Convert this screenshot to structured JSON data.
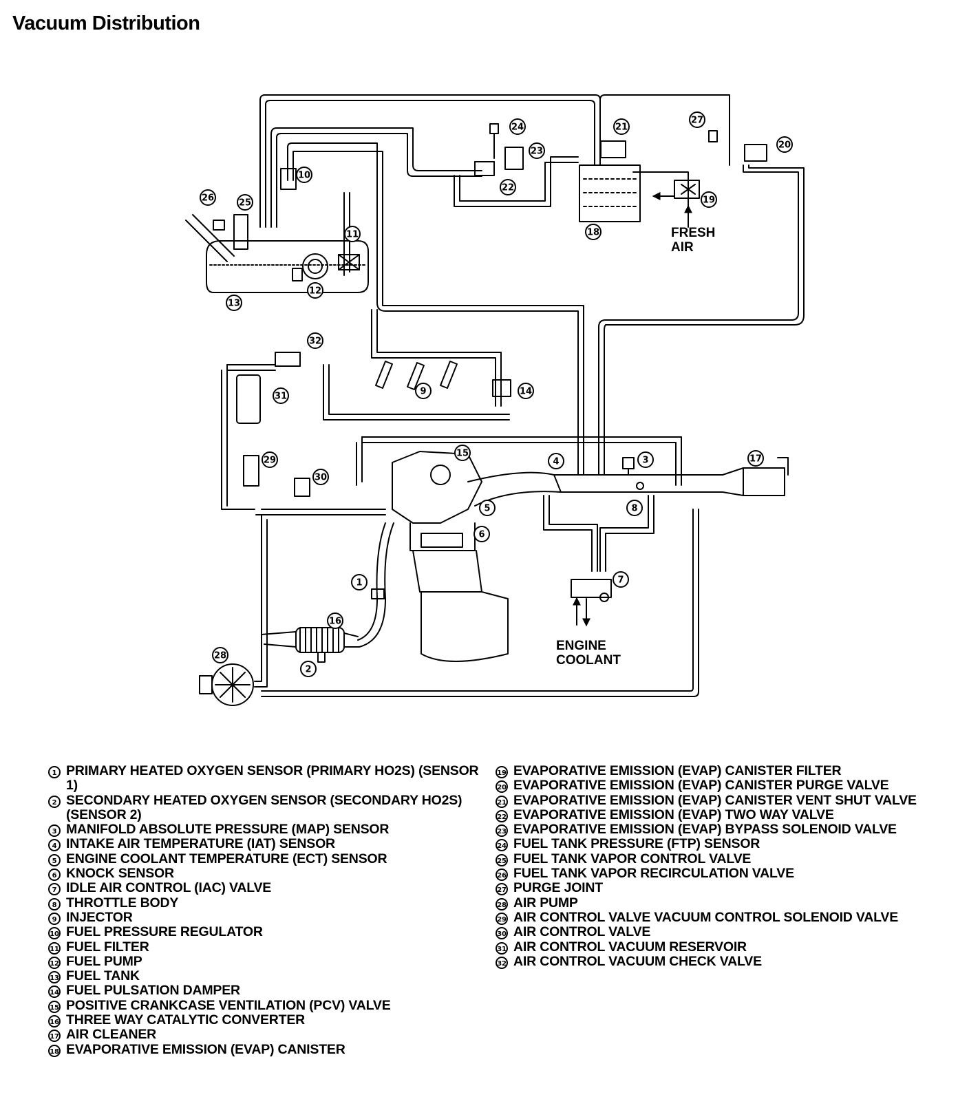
{
  "title": "Vacuum Distribution",
  "callouts": [
    {
      "id": "c1",
      "n": "1"
    },
    {
      "id": "c2",
      "n": "2"
    },
    {
      "id": "c3",
      "n": "3"
    },
    {
      "id": "c4",
      "n": "4"
    },
    {
      "id": "c5",
      "n": "5"
    },
    {
      "id": "c6",
      "n": "6"
    },
    {
      "id": "c7",
      "n": "7"
    },
    {
      "id": "c8",
      "n": "8"
    },
    {
      "id": "c9",
      "n": "9"
    },
    {
      "id": "c10",
      "n": "10"
    },
    {
      "id": "c11",
      "n": "11"
    },
    {
      "id": "c12",
      "n": "12"
    },
    {
      "id": "c13",
      "n": "13"
    },
    {
      "id": "c14",
      "n": "14"
    },
    {
      "id": "c15",
      "n": "15"
    },
    {
      "id": "c16",
      "n": "16"
    },
    {
      "id": "c17",
      "n": "17"
    },
    {
      "id": "c18",
      "n": "18"
    },
    {
      "id": "c19",
      "n": "19"
    },
    {
      "id": "c20",
      "n": "20"
    },
    {
      "id": "c21",
      "n": "21"
    },
    {
      "id": "c22",
      "n": "22"
    },
    {
      "id": "c23",
      "n": "23"
    },
    {
      "id": "c24",
      "n": "24"
    },
    {
      "id": "c25",
      "n": "25"
    },
    {
      "id": "c26",
      "n": "26"
    },
    {
      "id": "c27",
      "n": "27"
    },
    {
      "id": "c28",
      "n": "28"
    },
    {
      "id": "c29",
      "n": "29"
    },
    {
      "id": "c30",
      "n": "30"
    },
    {
      "id": "c31",
      "n": "31"
    },
    {
      "id": "c32",
      "n": "32"
    }
  ],
  "labels": {
    "fresh_air_1": "FRESH",
    "fresh_air_2": "AIR",
    "engine_coolant_1": "ENGINE",
    "engine_coolant_2": "COOLANT"
  },
  "legend_left": [
    {
      "n": "1",
      "text": "PRIMARY HEATED OXYGEN SENSOR (PRIMARY HO2S) (SENSOR 1)"
    },
    {
      "n": "2",
      "text": "SECONDARY HEATED OXYGEN SENSOR (SECONDARY HO2S) (SENSOR 2)"
    },
    {
      "n": "3",
      "text": "MANIFOLD ABSOLUTE PRESSURE (MAP) SENSOR"
    },
    {
      "n": "4",
      "text": "INTAKE AIR TEMPERATURE (IAT) SENSOR"
    },
    {
      "n": "5",
      "text": "ENGINE COOLANT TEMPERATURE (ECT) SENSOR"
    },
    {
      "n": "6",
      "text": "KNOCK SENSOR"
    },
    {
      "n": "7",
      "text": "IDLE AIR CONTROL (IAC) VALVE"
    },
    {
      "n": "8",
      "text": "THROTTLE BODY"
    },
    {
      "n": "9",
      "text": "INJECTOR"
    },
    {
      "n": "10",
      "text": "FUEL PRESSURE REGULATOR"
    },
    {
      "n": "11",
      "text": "FUEL FILTER"
    },
    {
      "n": "12",
      "text": "FUEL PUMP"
    },
    {
      "n": "13",
      "text": "FUEL TANK"
    },
    {
      "n": "14",
      "text": "FUEL PULSATION DAMPER"
    },
    {
      "n": "15",
      "text": "POSITIVE CRANKCASE VENTILATION (PCV) VALVE"
    },
    {
      "n": "16",
      "text": "THREE WAY CATALYTIC CONVERTER"
    },
    {
      "n": "17",
      "text": "AIR CLEANER"
    },
    {
      "n": "18",
      "text": "EVAPORATIVE EMISSION (EVAP) CANISTER"
    }
  ],
  "legend_right": [
    {
      "n": "19",
      "text": "EVAPORATIVE EMISSION (EVAP) CANISTER FILTER"
    },
    {
      "n": "20",
      "text": "EVAPORATIVE EMISSION (EVAP) CANISTER PURGE VALVE"
    },
    {
      "n": "21",
      "text": "EVAPORATIVE EMISSION (EVAP) CANISTER VENT SHUT VALVE"
    },
    {
      "n": "22",
      "text": "EVAPORATIVE EMISSION (EVAP) TWO WAY VALVE"
    },
    {
      "n": "23",
      "text": "EVAPORATIVE EMISSION (EVAP) BYPASS SOLENOID VALVE"
    },
    {
      "n": "24",
      "text": "FUEL TANK PRESSURE (FTP) SENSOR"
    },
    {
      "n": "25",
      "text": "FUEL TANK VAPOR CONTROL VALVE"
    },
    {
      "n": "26",
      "text": "FUEL TANK VAPOR RECIRCULATION VALVE"
    },
    {
      "n": "27",
      "text": "PURGE JOINT"
    },
    {
      "n": "28",
      "text": "AIR PUMP"
    },
    {
      "n": "29",
      "text": "AIR CONTROL VALVE VACUUM CONTROL SOLENOID VALVE"
    },
    {
      "n": "30",
      "text": "AIR CONTROL VALVE"
    },
    {
      "n": "31",
      "text": "AIR CONTROL VACUUM RESERVOIR"
    },
    {
      "n": "32",
      "text": "AIR CONTROL VACUUM CHECK VALVE"
    }
  ]
}
